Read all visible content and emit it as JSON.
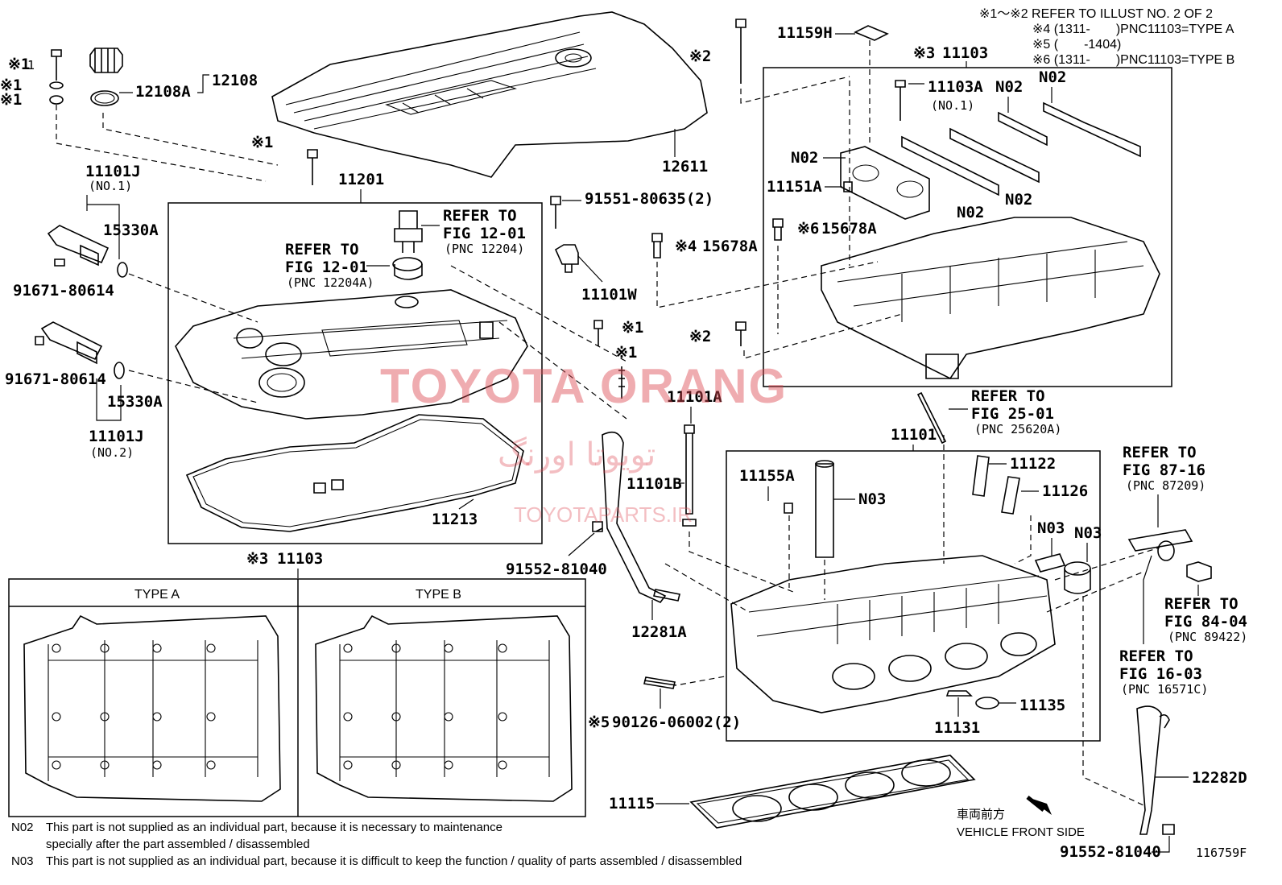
{
  "header_notes": [
    "※1～※2 REFER TO ILLUST NO. 2 OF 2",
    "※4 (1311-　　)PNC11103=TYPE A",
    "※5 (　　-1404)",
    "※6 (1311-　　)PNC11103=TYPE B"
  ],
  "labels": {
    "n12108": "12108",
    "n12108a": "12108A",
    "n12611": "12611",
    "n11201": "11201",
    "n11101j_1": "11101J",
    "no1": "(NO.1)",
    "n15330a_1": "15330A",
    "n91671_1": "91671-80614",
    "n91671_2": "91671-80614",
    "n15330a_2": "15330A",
    "n11101j_2": "11101J",
    "no2": "(NO.2)",
    "n11213": "11213",
    "n91551": "91551-80635(2)",
    "n11101w": "11101W",
    "n15678a_1": "15678A",
    "n11159h": "11159H",
    "n11103_top": "11103",
    "n11103a": "11103A",
    "no1b": "(NO.1)",
    "n02a": "N02",
    "n02b": "N02",
    "n02c": "N02",
    "n02d": "N02",
    "n02e": "N02",
    "n11151a": "11151A",
    "n15678a_2": "15678A",
    "n11101a": "11101A",
    "n11101": "11101",
    "n11101b": "11101B",
    "n11155a": "11155A",
    "n03a": "N03",
    "n03b": "N03",
    "n03c": "N03",
    "n11122": "11122",
    "n11126": "11126",
    "n91552_1": "91552-81040",
    "n12281a": "12281A",
    "n90126": "90126-06002(2)",
    "n11131": "11131",
    "n11135": "11135",
    "n11115": "11115",
    "n12282d": "12282D",
    "n91552_2": "91552-81040",
    "n11103_bottom": "11103",
    "type_a": "TYPE A",
    "type_b": "TYPE B",
    "fig_number": "116759F",
    "mark1": "※1",
    "mark2": "※2",
    "mark3": "※3",
    "mark4": "※4",
    "mark5": "※5",
    "mark6": "※6"
  },
  "refs": {
    "r1": [
      "REFER TO",
      "FIG 12-01",
      "(PNC 12204A)"
    ],
    "r2": [
      "REFER TO",
      "FIG 12-01",
      "(PNC 12204)"
    ],
    "r3": [
      "REFER TO",
      "FIG 25-01",
      "(PNC 25620A)"
    ],
    "r4": [
      "REFER TO",
      "FIG 87-16",
      "(PNC 87209)"
    ],
    "r5": [
      "REFER TO",
      "FIG 84-04",
      "(PNC 89422)"
    ],
    "r6": [
      "REFER TO",
      "FIG 16-03",
      "(PNC 16571C)"
    ]
  },
  "direction": {
    "jp": "車両前方",
    "en": "VEHICLE FRONT SIDE"
  },
  "footnotes": {
    "n02_code": "N02",
    "n02_line1": "This part is not supplied as an individual part, because it is necessary to maintenance",
    "n02_line2": "specially after the part assembled / disassembled",
    "n03_code": "N03",
    "n03_line1": "This part is not supplied as an individual part, because it is difficult to keep the function / quality of parts  assembled / disassembled"
  },
  "watermark": {
    "line1": "TOYOTA ORANG",
    "line2": "تويوتا اورنگ",
    "line3": "TOYOTAPARTS.IR"
  }
}
